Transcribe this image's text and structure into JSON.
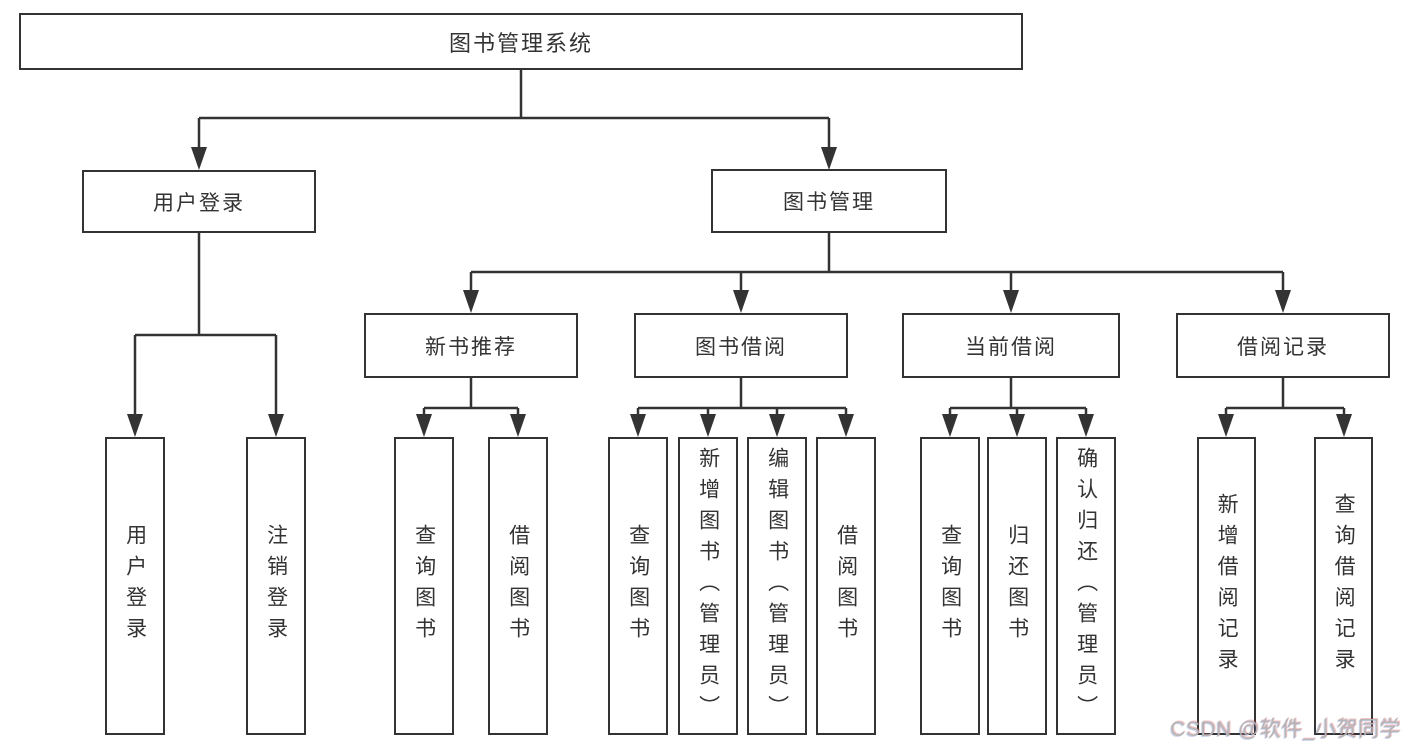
{
  "nodes": {
    "root": "图书管理系统",
    "level2": [
      "用户登录",
      "图书管理"
    ],
    "level3": [
      "新书推荐",
      "图书借阅",
      "当前借阅",
      "借阅记录"
    ],
    "leaves": [
      "用户登录",
      "注销登录",
      "查询图书",
      "借阅图书",
      "查询图书",
      "新增图书（管理员）",
      "编辑图书（管理员）",
      "借阅图书",
      "查询图书",
      "归还图书",
      "确认归还（管理员）",
      "新增借阅记录",
      "查询借阅记录"
    ]
  },
  "watermark": "CSDN @软件_小贺同学",
  "colors": {
    "line": "#333333",
    "border": "#333333",
    "text": "#333333",
    "background": "#ffffff",
    "watermark": "#b5b5b5"
  }
}
